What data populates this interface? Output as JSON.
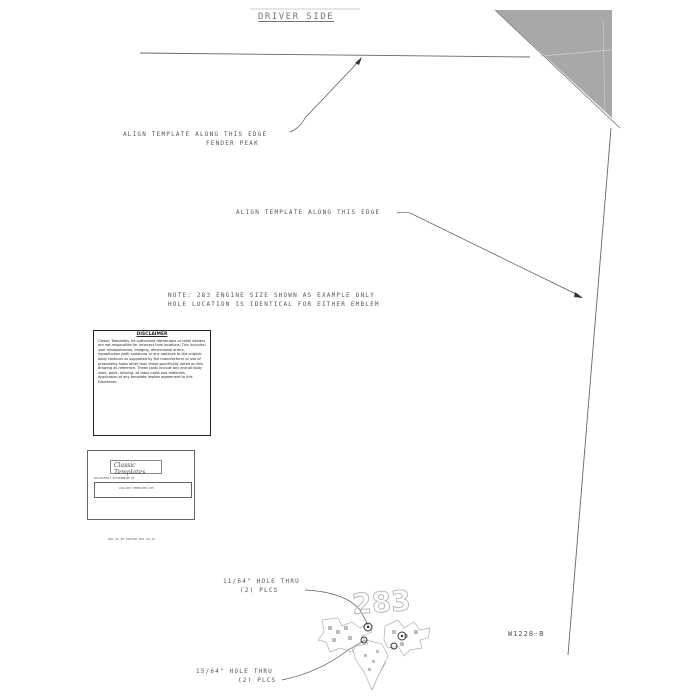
{
  "title": "DRIVER SIDE",
  "callouts": {
    "fender_line1": "ALIGN TEMPLATE ALONG THIS EDGE",
    "fender_line2": "FENDER PEAK",
    "edge": "ALIGN TEMPLATE ALONG THIS EDGE",
    "note_line1": "NOTE: 283 ENGINE SIZE SHOWN AS EXAMPLE ONLY",
    "note_line2": "HOLE LOCATION IS IDENTICAL FOR EITHER EMBLEM"
  },
  "disclaimer": {
    "heading": "DISCLAIMER",
    "body": "Classic Templates, its authorized distributors or retail dealers are not responsible for incorrect hole locations. This includes: user misapplication, imaging, dimensional errors, reproduction path variances or any variance to the original body contours as supported by the manufacturer or use of preexisting holes other than those specifically noted on this drawing as reference. These costs include any and all body work, paint, striping, all labor costs and materials. Application of any template implies agreement to this Disclaimer."
  },
  "stamp": {
    "logo_text": "Classic Templates",
    "dealer_heading": "EXCLUSIVELY DISTRIBUTED BY",
    "dealer_name": "LOW-COST-TEMPLATES.COM"
  },
  "drawing_ref": "DWG #2_06 DRIVER 283 50-19",
  "emblem_number": "283",
  "holes": {
    "upper_size": "11/64\" HOLE THRU",
    "upper_qty": "(2) PLCS",
    "lower_size": "15/64\" HOLE THRU",
    "lower_qty": "(2) PLCS"
  },
  "part_number": "W1228-B"
}
